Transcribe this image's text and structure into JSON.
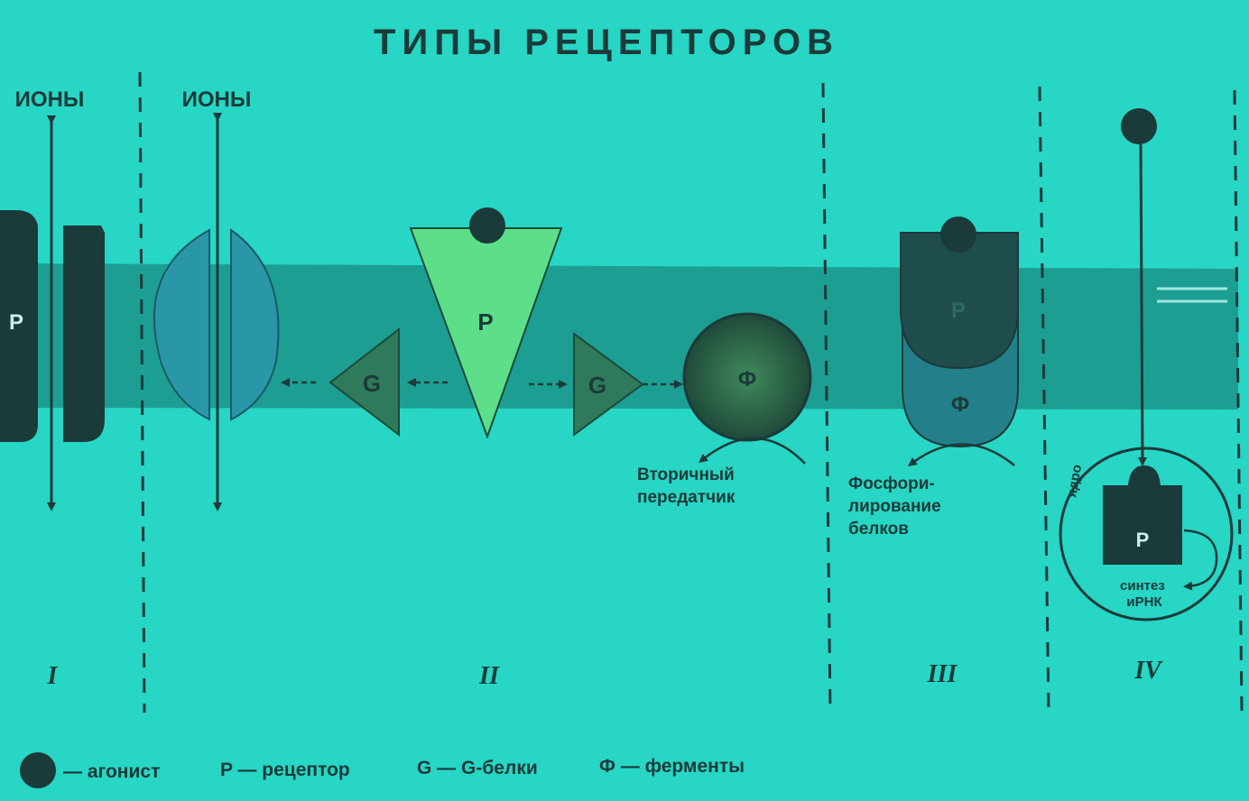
{
  "title": "ТИПЫ РЕЦЕПТОРОВ",
  "labels": {
    "ions_1": "ИОНЫ",
    "ions_2": "ИОНЫ",
    "receptor": "P",
    "g_protein": "G",
    "enzyme": "Ф",
    "second_messenger_line1": "Вторичный",
    "second_messenger_line2": "передатчик",
    "phosph_line1": "Фосфори-",
    "phosph_line2": "лирование",
    "phosph_line3": "белков",
    "nucleus": "ядро",
    "synthesis_line1": "синтез",
    "synthesis_line2": "иРНК"
  },
  "sections": [
    "I",
    "II",
    "III",
    "IV"
  ],
  "legend": {
    "agonist": "— агонист",
    "receptor": "P — рецептор",
    "g_proteins": "G — G-белки",
    "enzymes": "Ф — ферменты"
  },
  "colors": {
    "background": "#27d6c4",
    "membrane": "#1d9e93",
    "dark": "#1b3a3a",
    "triangle": "#5cdf88",
    "g_protein": "#2e7a5a",
    "channel": "#2a97a8"
  }
}
